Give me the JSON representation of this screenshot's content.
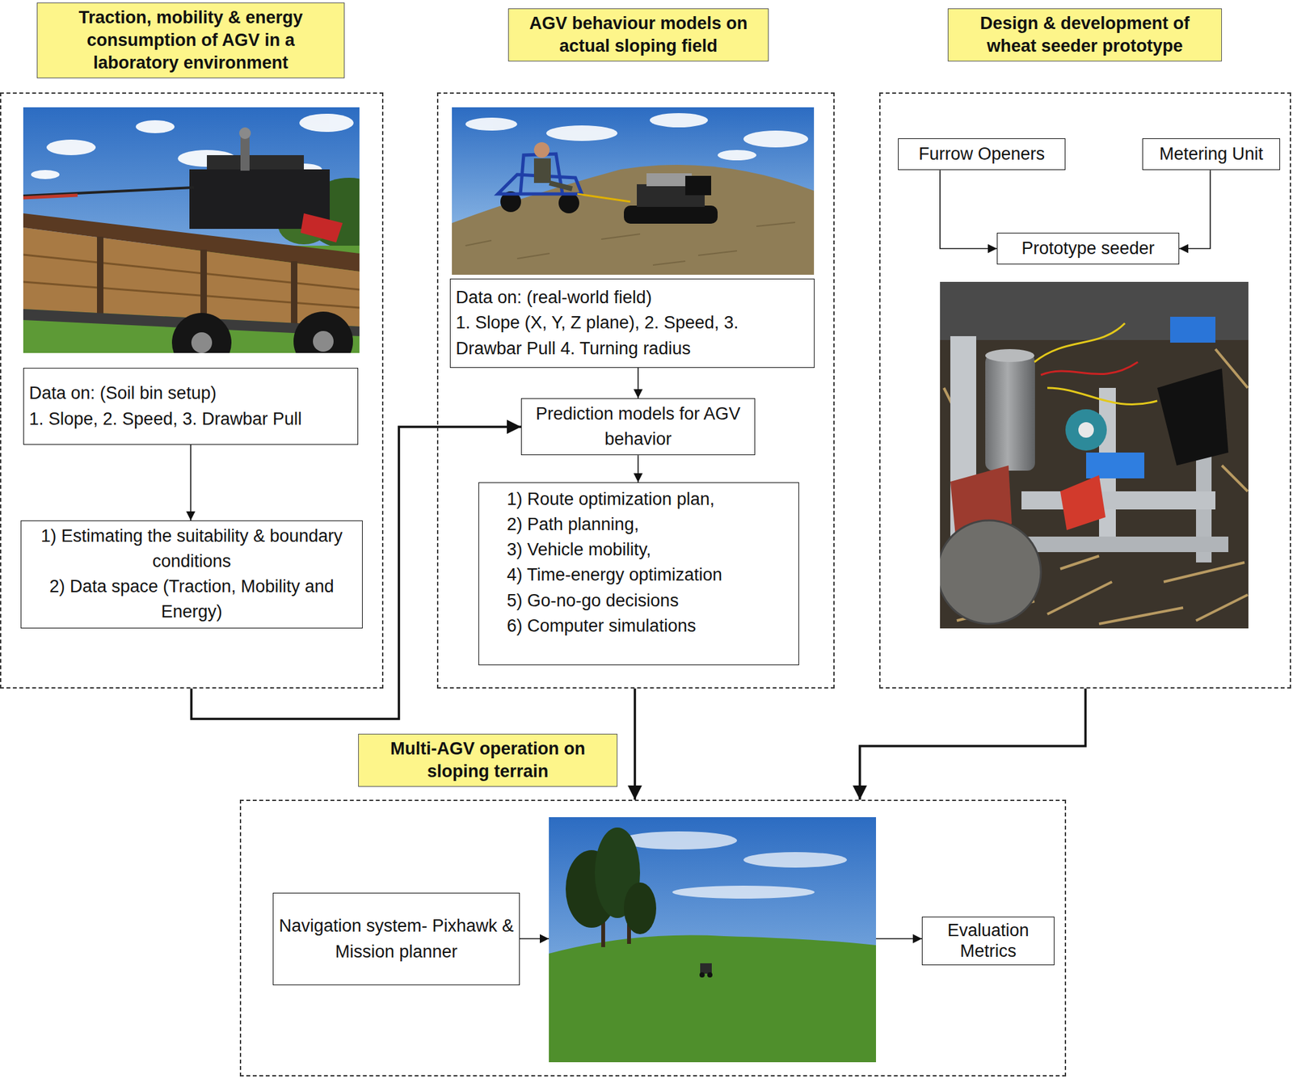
{
  "diagram": {
    "nodes": [
      {
        "text": [
          "Traction, mobility & energy consumption of AGV in a laboratory environment"
        ]
      },
      {
        "text": [
          "Data on: (Soil bin setup)",
          "1. Slope, 2. Speed, 3. Drawbar Pull"
        ],
        "in": 0
      },
      {
        "text": [
          "1) Estimating the suitability & boundary conditions",
          "2) Data space (Traction, Mobility and Energy)"
        ],
        "in": 0
      },
      {
        "text": [
          "AGV behaviour models on actual sloping field"
        ]
      },
      {
        "text": [
          "Data on: (real-world field)",
          "1. Slope (X, Y, Z plane), 2. Speed, 3. Drawbar Pull 4. Turning radius"
        ],
        "in": 3
      },
      {
        "text": [
          "Prediction models for AGV behavior"
        ],
        "in": 3
      },
      {
        "text": [
          "1) Route optimization plan,",
          "2) Path planning,",
          "3) Vehicle mobility,",
          "4) Time-energy optimization",
          "5) Go-no-go decisions",
          "6) Computer simulations"
        ],
        "in": 3
      },
      {
        "text": [
          "Design & development of wheat seeder prototype"
        ]
      },
      {
        "text": [
          "Furrow Openers"
        ],
        "in": 7
      },
      {
        "text": [
          "Metering Unit"
        ],
        "in": 7
      },
      {
        "text": [
          "Prototype seeder"
        ],
        "in": 7
      },
      {
        "text": [
          "Multi-AGV operation on sloping terrain"
        ]
      },
      {
        "text": [
          "Navigation system- Pixhawk & Mission planner"
        ],
        "in": 11
      },
      {
        "text": [
          "Evaluation Metrics"
        ],
        "in": 11
      }
    ],
    "edges": [
      {
        "from": 1,
        "to": 2,
        "arrow": "to"
      },
      {
        "from": 0,
        "to": 5,
        "arrow": "to"
      },
      {
        "from": 4,
        "to": 5,
        "arrow": "to"
      },
      {
        "from": 5,
        "to": 6,
        "arrow": "to"
      },
      {
        "from": 8,
        "to": 10,
        "arrow": "to"
      },
      {
        "from": 9,
        "to": 10,
        "arrow": "to"
      },
      {
        "from": 3,
        "to": 11,
        "arrow": "to"
      },
      {
        "from": 7,
        "to": 11,
        "arrow": "to"
      }
    ]
  }
}
